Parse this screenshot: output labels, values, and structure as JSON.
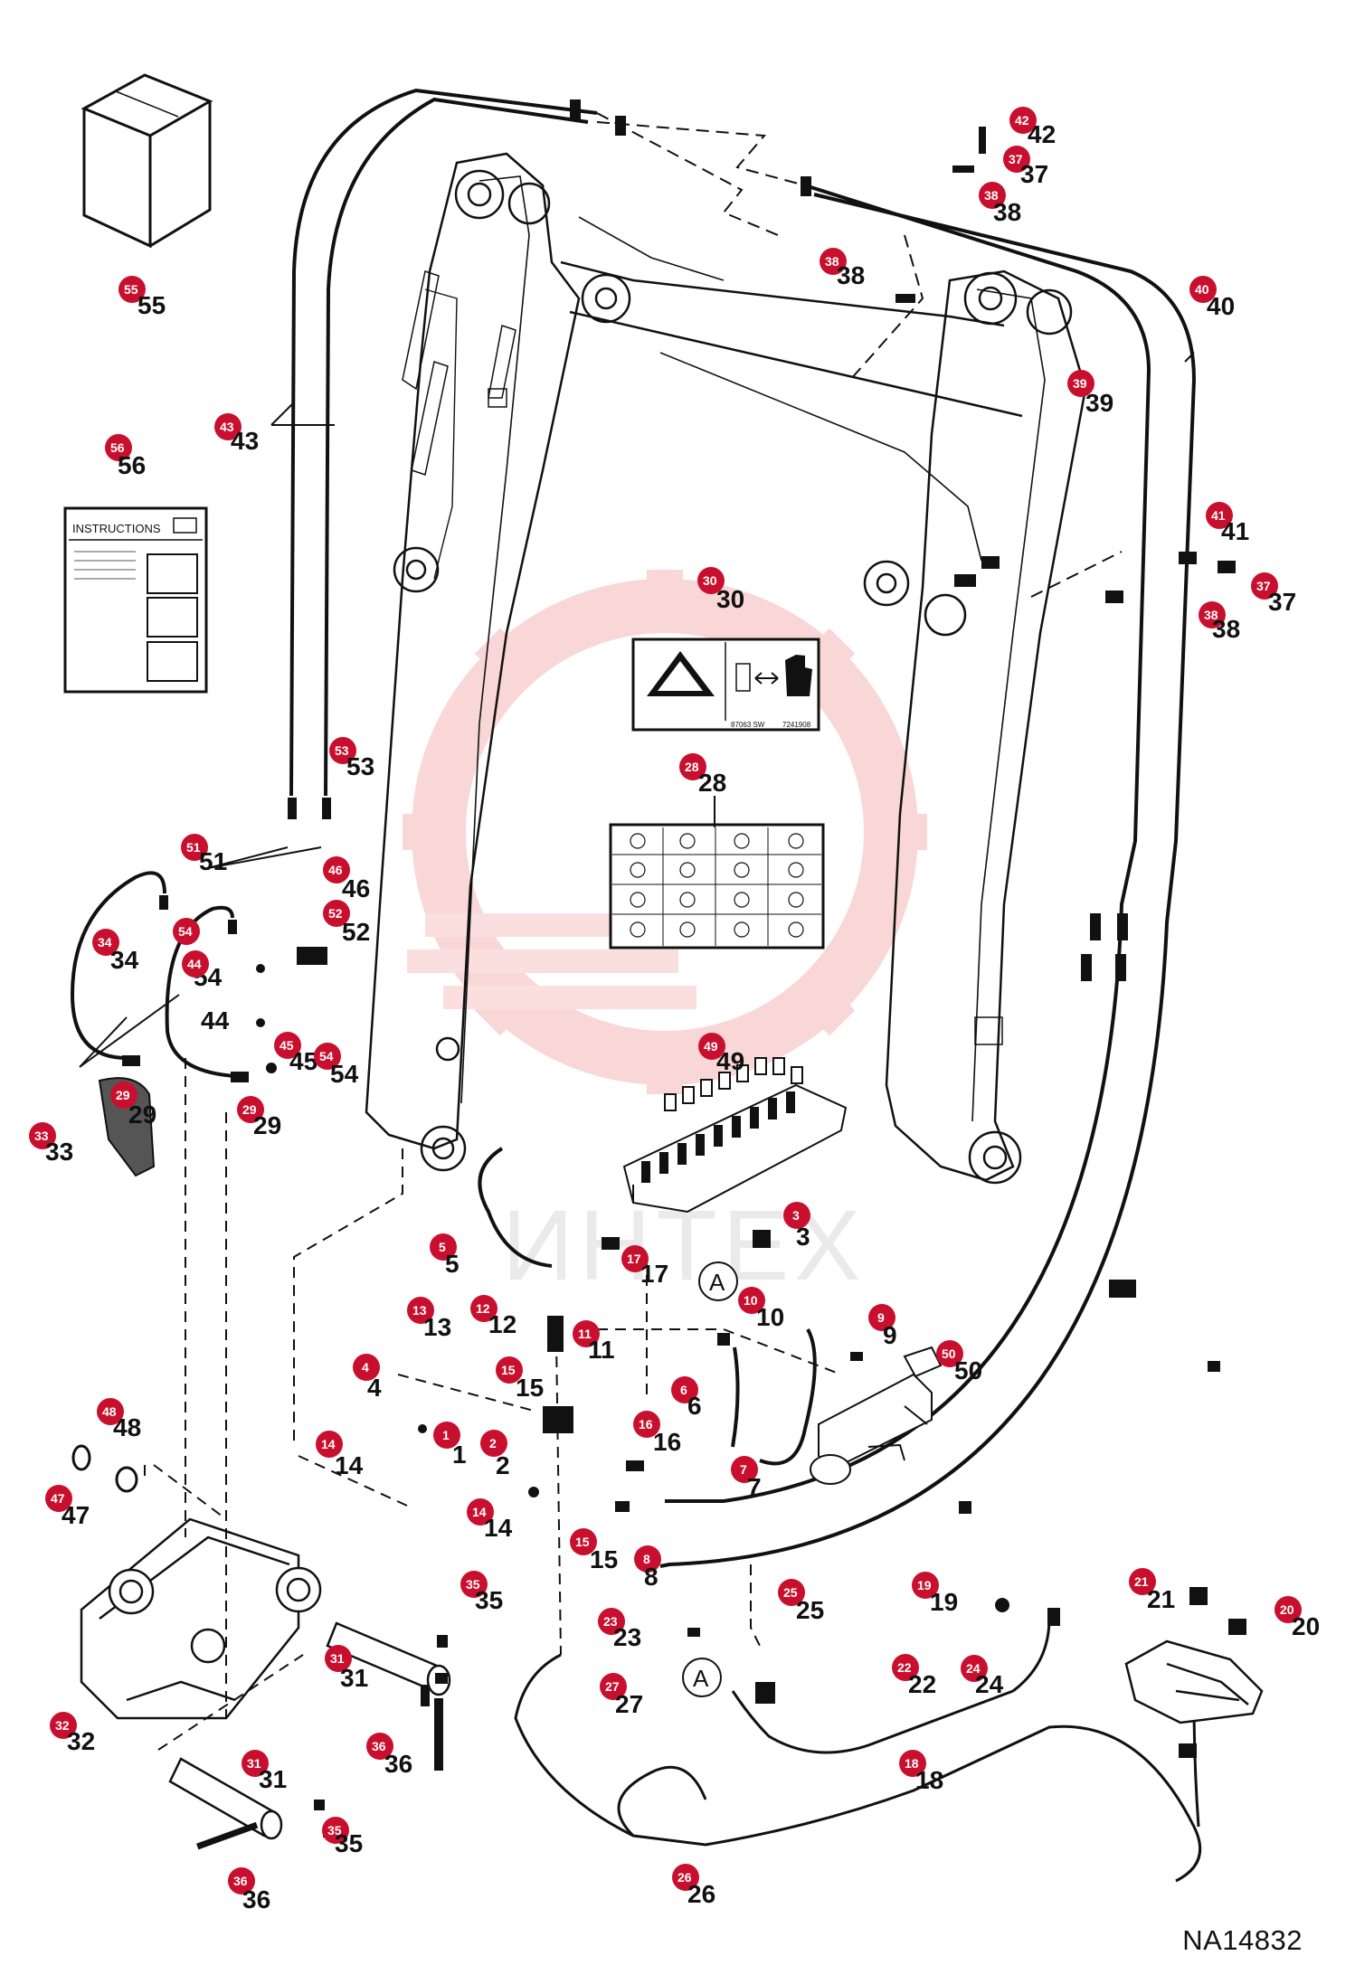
{
  "drawing_id": "NA14832",
  "watermark": {
    "text": "ИНТЕХ"
  },
  "instructions_box": {
    "title": "INSTRUCTIONS"
  },
  "decal_30": {
    "left_code": "87063 SW",
    "right_code": "7241908"
  },
  "connection_label": "A",
  "callouts": [
    "1",
    "2",
    "3",
    "4",
    "5",
    "6",
    "7",
    "8",
    "9",
    "10",
    "11",
    "12",
    "13",
    "14",
    "15",
    "16",
    "17",
    "18",
    "19",
    "20",
    "21",
    "22",
    "23",
    "24",
    "25",
    "26",
    "27",
    "28",
    "29",
    "30",
    "31",
    "32",
    "33",
    "34",
    "35",
    "36",
    "37",
    "38",
    "39",
    "40",
    "41",
    "42",
    "43",
    "44",
    "45",
    "46",
    "47",
    "48",
    "49",
    "50",
    "51",
    "52",
    "53",
    "54",
    "55",
    "56"
  ]
}
